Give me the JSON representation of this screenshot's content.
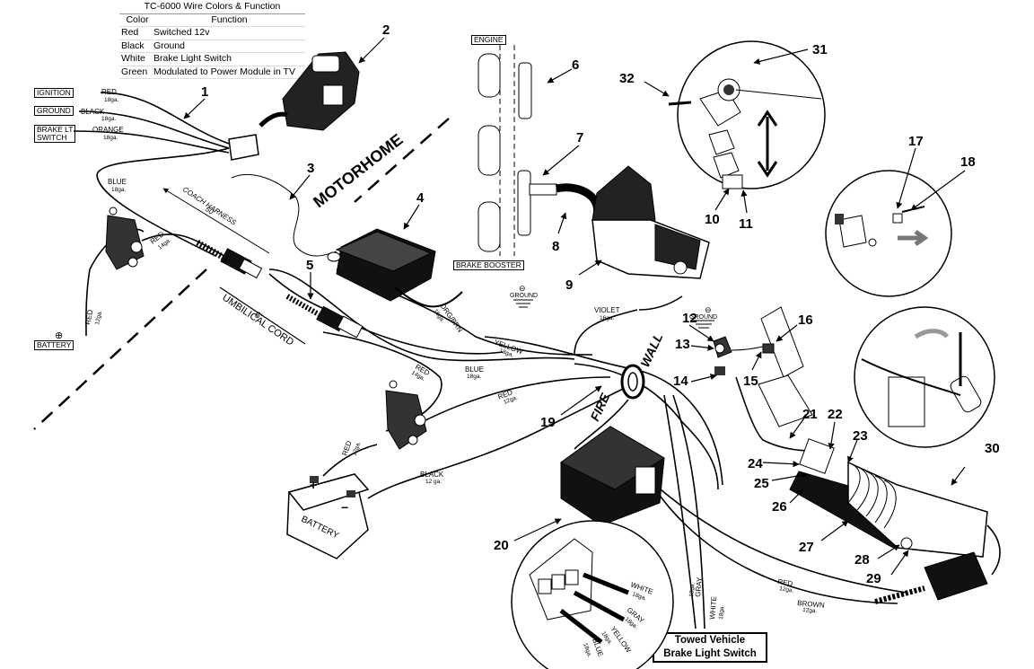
{
  "legend": {
    "title": "TC-6000 Wire Colors & Function",
    "header": {
      "color": "Color",
      "function": "Function"
    },
    "rows": [
      {
        "color": "Red",
        "function": "Switched 12v"
      },
      {
        "color": "Black",
        "function": "Ground"
      },
      {
        "color": "White",
        "function": "Brake Light Switch"
      },
      {
        "color": "Green",
        "function": "Modulated to Power Module in TV"
      }
    ]
  },
  "boxes": {
    "ignition": "IGNITION",
    "ground": "GROUND",
    "brake_lt_switch_1": "BRAKE LT",
    "brake_lt_switch_2": "SWITCH",
    "engine": "ENGINE",
    "brake_booster": "BRAKE BOOSTER",
    "battery_top": "BATTERY"
  },
  "region_labels": {
    "motorhome": "MOTORHOME",
    "coach_harness": "COACH HARNESS",
    "coach_harness_len": "50'",
    "umbilical": "UMBILICAL CORD",
    "umbilical_len": "6'",
    "fire": "FIRE",
    "wall": "WALL",
    "battery_body": "BATTERY",
    "ground_sym_1": "GROUND",
    "ground_sym_2": "GROUND"
  },
  "wires": {
    "red_ign": "RED",
    "red_ign_ga": "18ga.",
    "black_gnd": "BLACK",
    "black_gnd_ga": "18ga.",
    "orange": "ORANGE",
    "orange_ga": "18ga.",
    "blue_top": "BLUE",
    "blue_top_ga": "18ga.",
    "red_14": "RED",
    "red_14_ga": "14ga.",
    "red_12_left": "RED",
    "red_12_left_ga": "12ga.",
    "org_brn": "ORG/BRN",
    "org_brn_ga": "16ga.",
    "yellow": "YELLOW",
    "yellow_ga": "18ga.",
    "red_14b": "RED",
    "red_14b_ga": "14ga.",
    "blue_mid": "BLUE",
    "blue_mid_ga": "18ga.",
    "red_12_mid": "RED",
    "red_12_mid_ga": "12ga.",
    "red_12_bat": "RED",
    "red_12_bat_ga": "12ga.",
    "black_12": "BLACK",
    "black_12_ga": "12 ga.",
    "violet": "VIOLET",
    "violet_ga": "16ga.",
    "gray_right": "GRAY",
    "gray_right_ga": "18ga.",
    "white_right": "WHITE",
    "white_right_ga": "18ga.",
    "red_act": "RED",
    "red_act_ga": "12ga.",
    "brown": "BROWN",
    "brown_ga": "12ga.",
    "white_conn": "WHITE",
    "white_conn_ga": "18ga.",
    "gray_conn": "GRAY",
    "gray_conn_ga": "18ga.",
    "yellow_conn": "YELLOW",
    "yellow_conn_ga": "18ga.",
    "blue_conn": "BLUE",
    "blue_conn_ga": "18ga."
  },
  "callouts": [
    "1",
    "2",
    "3",
    "4",
    "5",
    "6",
    "7",
    "8",
    "9",
    "10",
    "11",
    "12",
    "13",
    "14",
    "15",
    "16",
    "17",
    "18",
    "19",
    "20",
    "21",
    "22",
    "23",
    "24",
    "25",
    "26",
    "27",
    "28",
    "29",
    "30",
    "31",
    "32"
  ],
  "towed_switch": {
    "line1": "Towed Vehicle",
    "line2": "Brake Light Switch"
  },
  "battery_symbol": "⊕",
  "ground_symbol": "⊖"
}
